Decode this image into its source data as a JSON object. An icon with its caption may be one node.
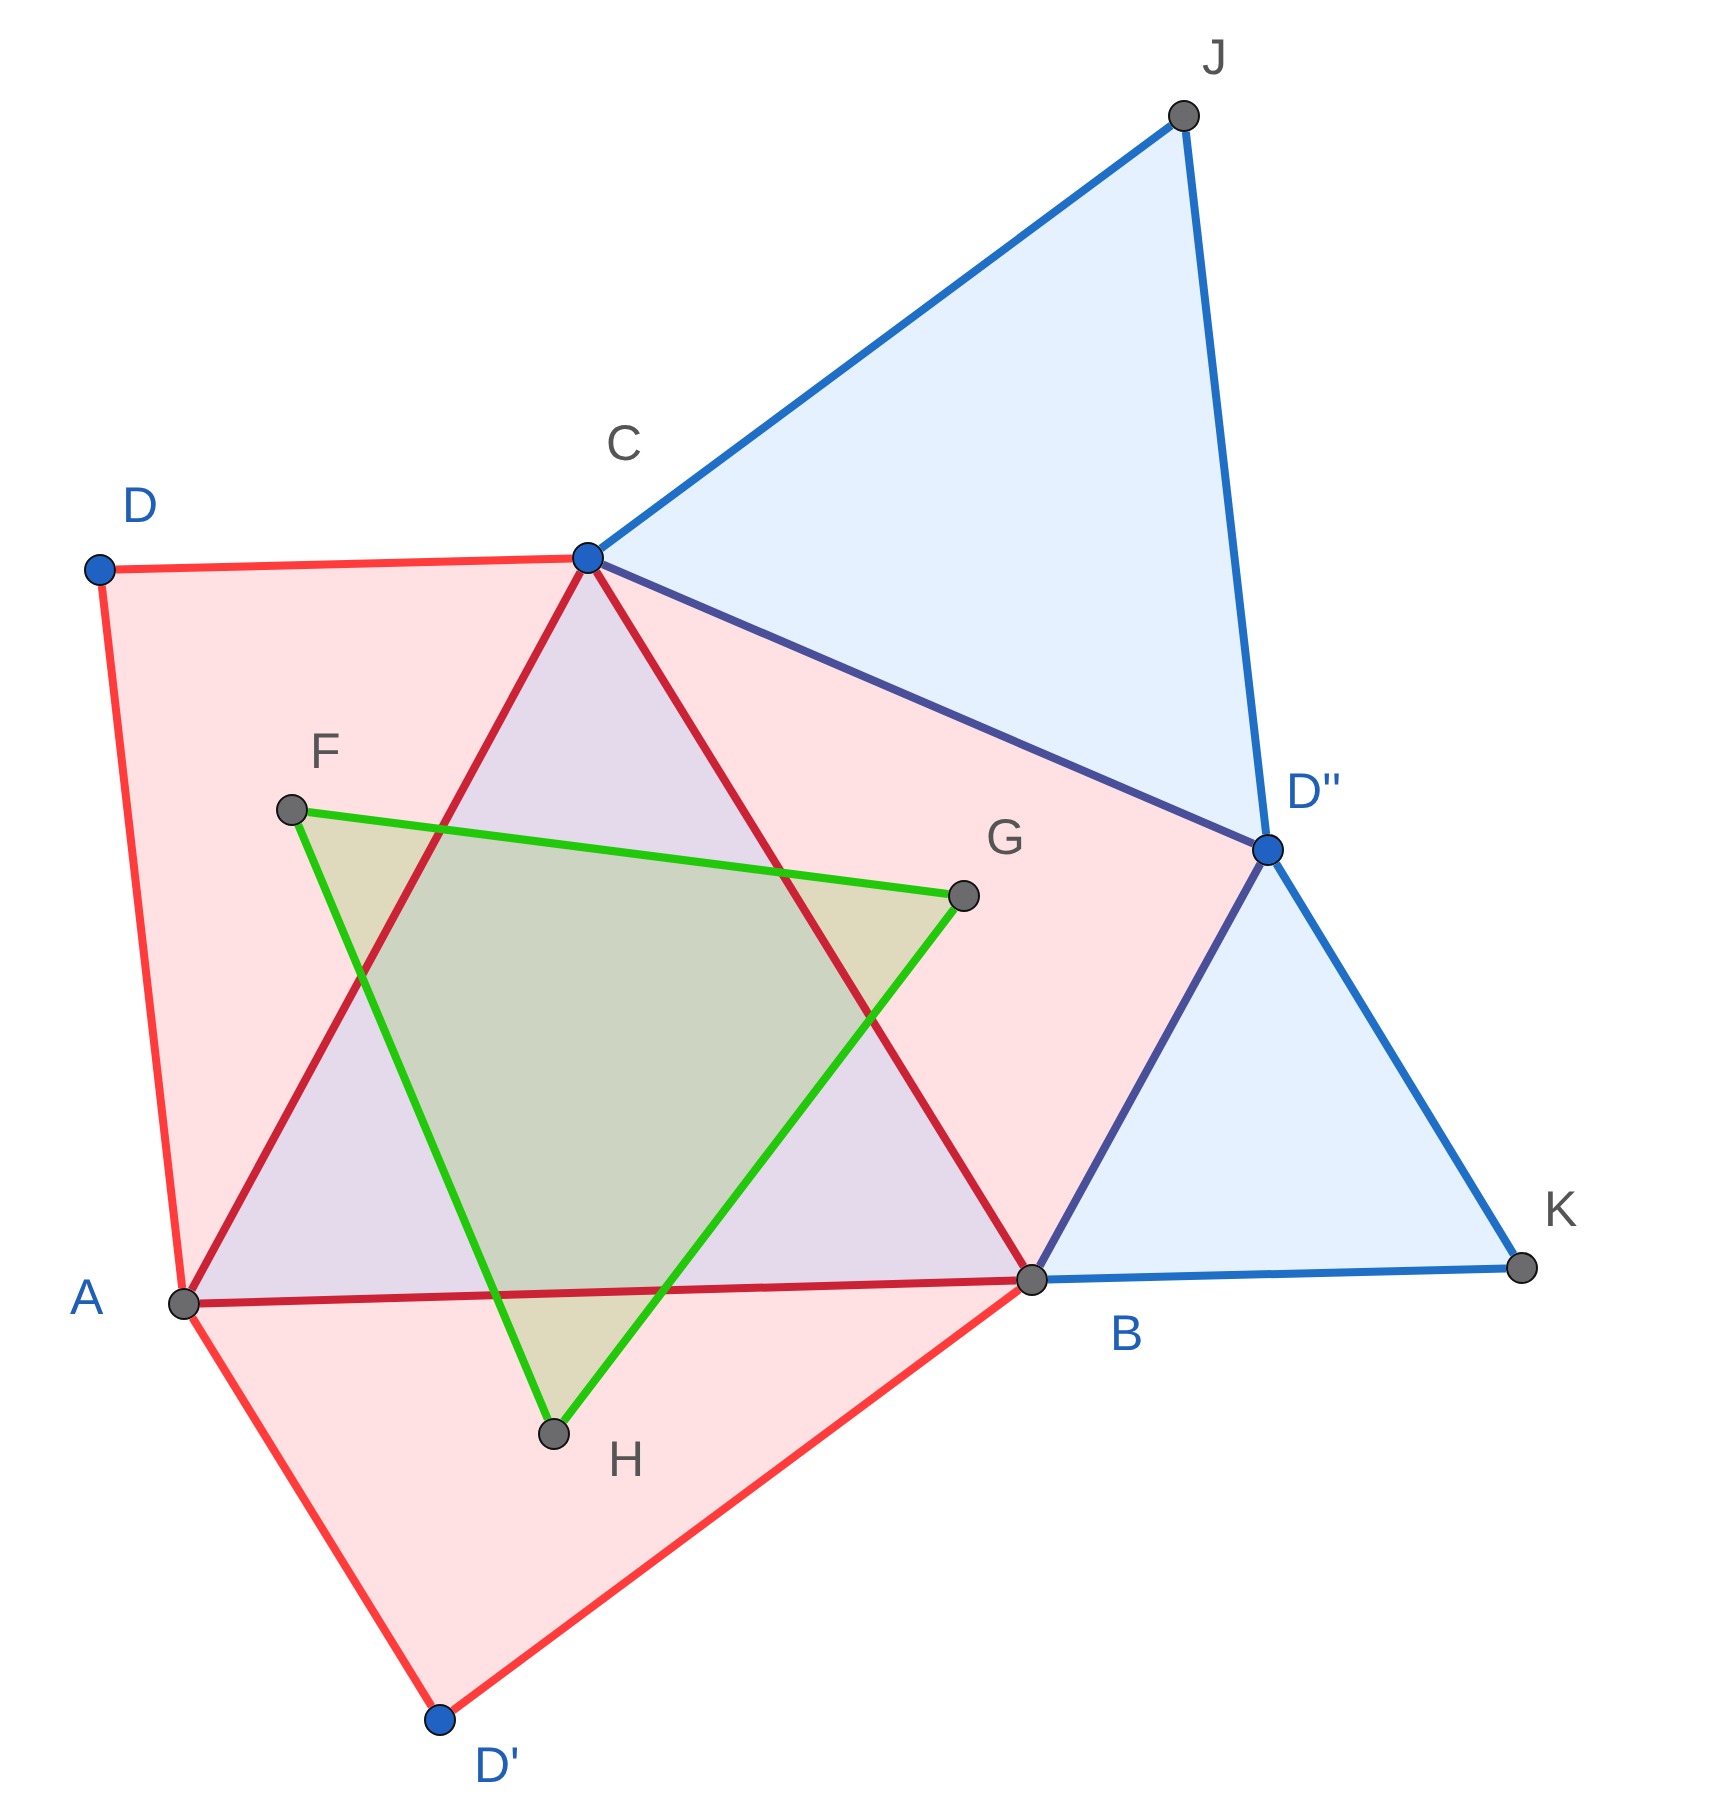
{
  "diagram": {
    "nodes": [
      {
        "text": [
          "A"
        ]
      },
      {
        "text": [
          "B"
        ]
      },
      {
        "text": [
          "C"
        ]
      },
      {
        "text": [
          "D"
        ]
      },
      {
        "text": [
          "D'"
        ]
      },
      {
        "text": [
          "D''"
        ]
      },
      {
        "text": [
          "F"
        ]
      },
      {
        "text": [
          "G"
        ]
      },
      {
        "text": [
          "H"
        ]
      },
      {
        "text": [
          "J"
        ]
      },
      {
        "text": [
          "K"
        ]
      }
    ],
    "edges": [
      {
        "from": 3,
        "to": 2,
        "arrow": "none",
        "color": "#ff3b3b"
      },
      {
        "from": 3,
        "to": 0,
        "arrow": "none",
        "color": "#ff3b3b"
      },
      {
        "from": 0,
        "to": 4,
        "arrow": "none",
        "color": "#ff3b3b"
      },
      {
        "from": 4,
        "to": 1,
        "arrow": "none",
        "color": "#ff3b3b"
      },
      {
        "from": 0,
        "to": 2,
        "arrow": "none",
        "color": "#cc2236"
      },
      {
        "from": 2,
        "to": 1,
        "arrow": "none",
        "color": "#cc2236"
      },
      {
        "from": 0,
        "to": 1,
        "arrow": "none",
        "color": "#cc2236"
      },
      {
        "from": 2,
        "to": 5,
        "arrow": "none",
        "color": "#4a4f9a"
      },
      {
        "from": 5,
        "to": 1,
        "arrow": "none",
        "color": "#4a4f9a"
      },
      {
        "from": 2,
        "to": 9,
        "arrow": "none",
        "color": "#1f6fc6"
      },
      {
        "from": 9,
        "to": 5,
        "arrow": "none",
        "color": "#1f6fc6"
      },
      {
        "from": 5,
        "to": 10,
        "arrow": "none",
        "color": "#1f6fc6"
      },
      {
        "from": 10,
        "to": 1,
        "arrow": "none",
        "color": "#1f6fc6"
      },
      {
        "from": 6,
        "to": 7,
        "arrow": "none",
        "color": "#22c80a"
      },
      {
        "from": 7,
        "to": 8,
        "arrow": "none",
        "color": "#22c80a"
      },
      {
        "from": 8,
        "to": 6,
        "arrow": "none",
        "color": "#22c80a"
      }
    ]
  }
}
